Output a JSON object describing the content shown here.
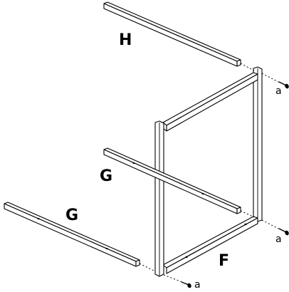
{
  "parts": {
    "top_rail": "H",
    "middle_rail": "G",
    "bottom_rail": "G",
    "frame": "F"
  },
  "screws": {
    "top": "a",
    "middle": "a",
    "bottom": "a"
  },
  "colors": {
    "line": "#000000",
    "background": "#ffffff"
  }
}
